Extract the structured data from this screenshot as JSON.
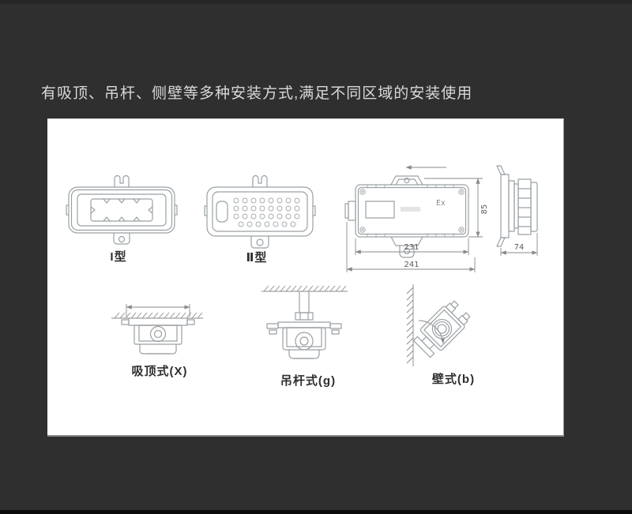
{
  "page": {
    "background_color": "#2f2f2f",
    "panel_color": "#ffffff",
    "bottom_bar_color": "#0a0a0a"
  },
  "header": {
    "text": "有吸顶、吊杆、侧壁等多种安装方式,满足不同区域的安装使用"
  },
  "top_row": {
    "type1_label": "I型",
    "type2_label": "Ⅱ型",
    "front_view": {
      "ex_mark": "Ex",
      "dim_inner_width": "231",
      "dim_outer_width": "241",
      "dim_height": "85"
    },
    "side_view": {
      "dim_depth": "74"
    }
  },
  "bottom_row": {
    "ceiling_label": "吸顶式(X)",
    "pendant_label": "吊杆式(g)",
    "wall_label": "壁式(b)"
  }
}
